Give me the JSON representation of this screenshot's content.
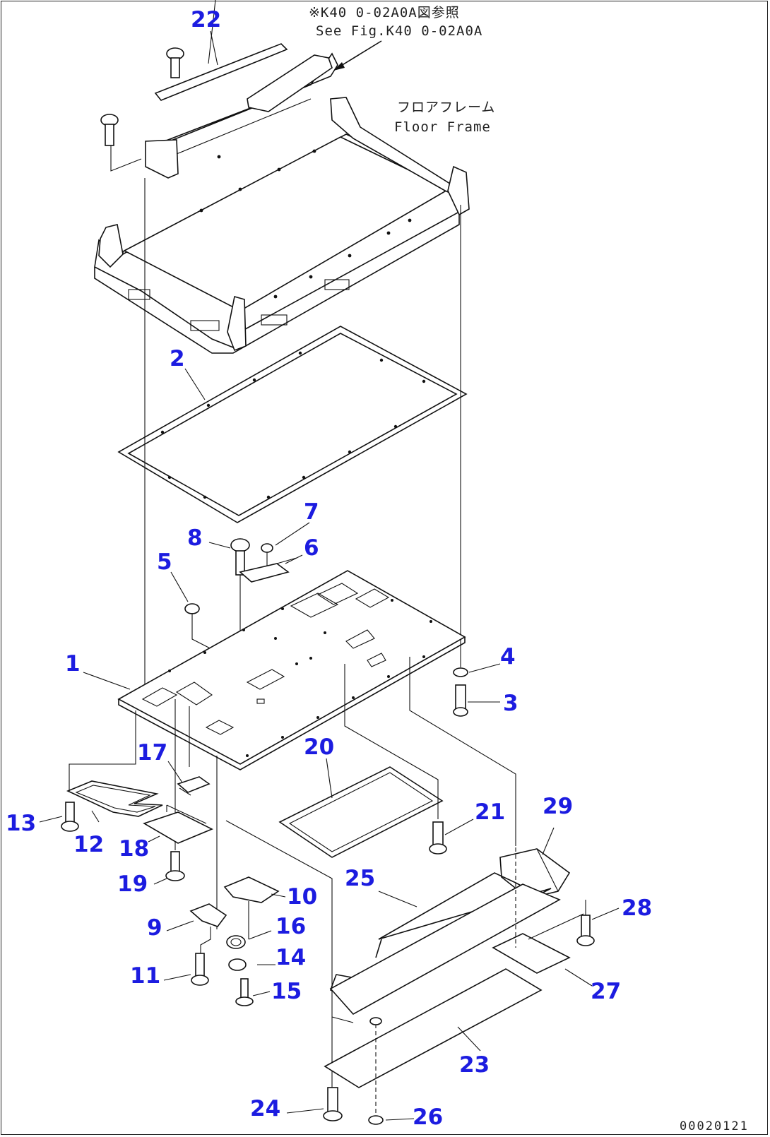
{
  "diagram": {
    "reference_note": {
      "japanese": "※K40 0-02A0A図参照",
      "english": "See Fig.K40 0-02A0A"
    },
    "floor_frame_label": {
      "japanese": "フロアフレーム",
      "english": "Floor Frame"
    },
    "drawing_code": "00020121",
    "part_callouts": [
      "22",
      "2",
      "7",
      "8",
      "6",
      "5",
      "4",
      "1",
      "3",
      "17",
      "20",
      "21",
      "29",
      "13",
      "12",
      "18",
      "19",
      "25",
      "10",
      "9",
      "16",
      "28",
      "14",
      "11",
      "15",
      "27",
      "23",
      "24",
      "26"
    ]
  }
}
